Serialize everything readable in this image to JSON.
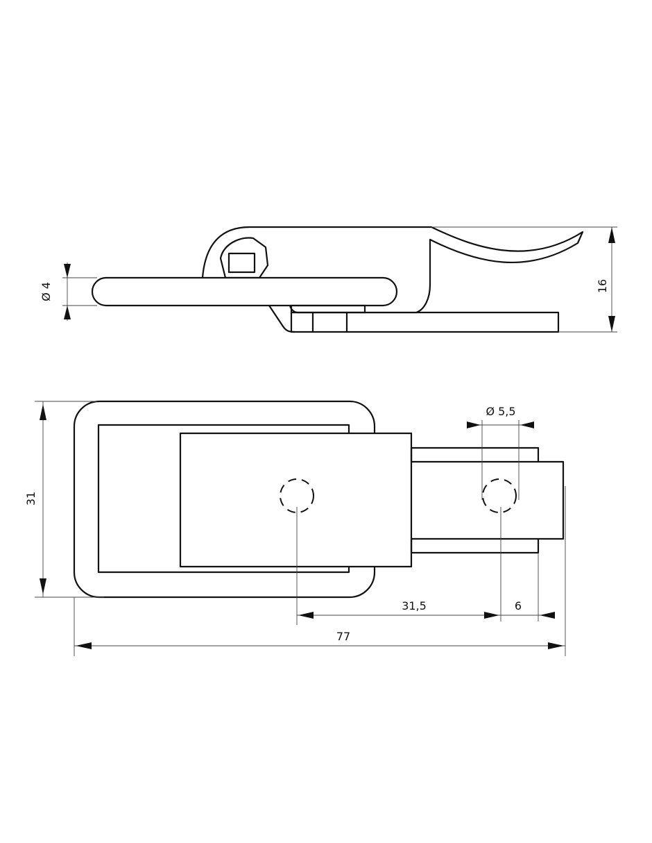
{
  "side_view": {
    "rod_diameter_label": "Ø 4",
    "height_label": "16"
  },
  "top_view": {
    "width_label": "31",
    "total_length_label": "77",
    "hole_spacing_label": "31,5",
    "edge_offset_label": "6",
    "hole_diameter_label": "Ø 5,5"
  }
}
